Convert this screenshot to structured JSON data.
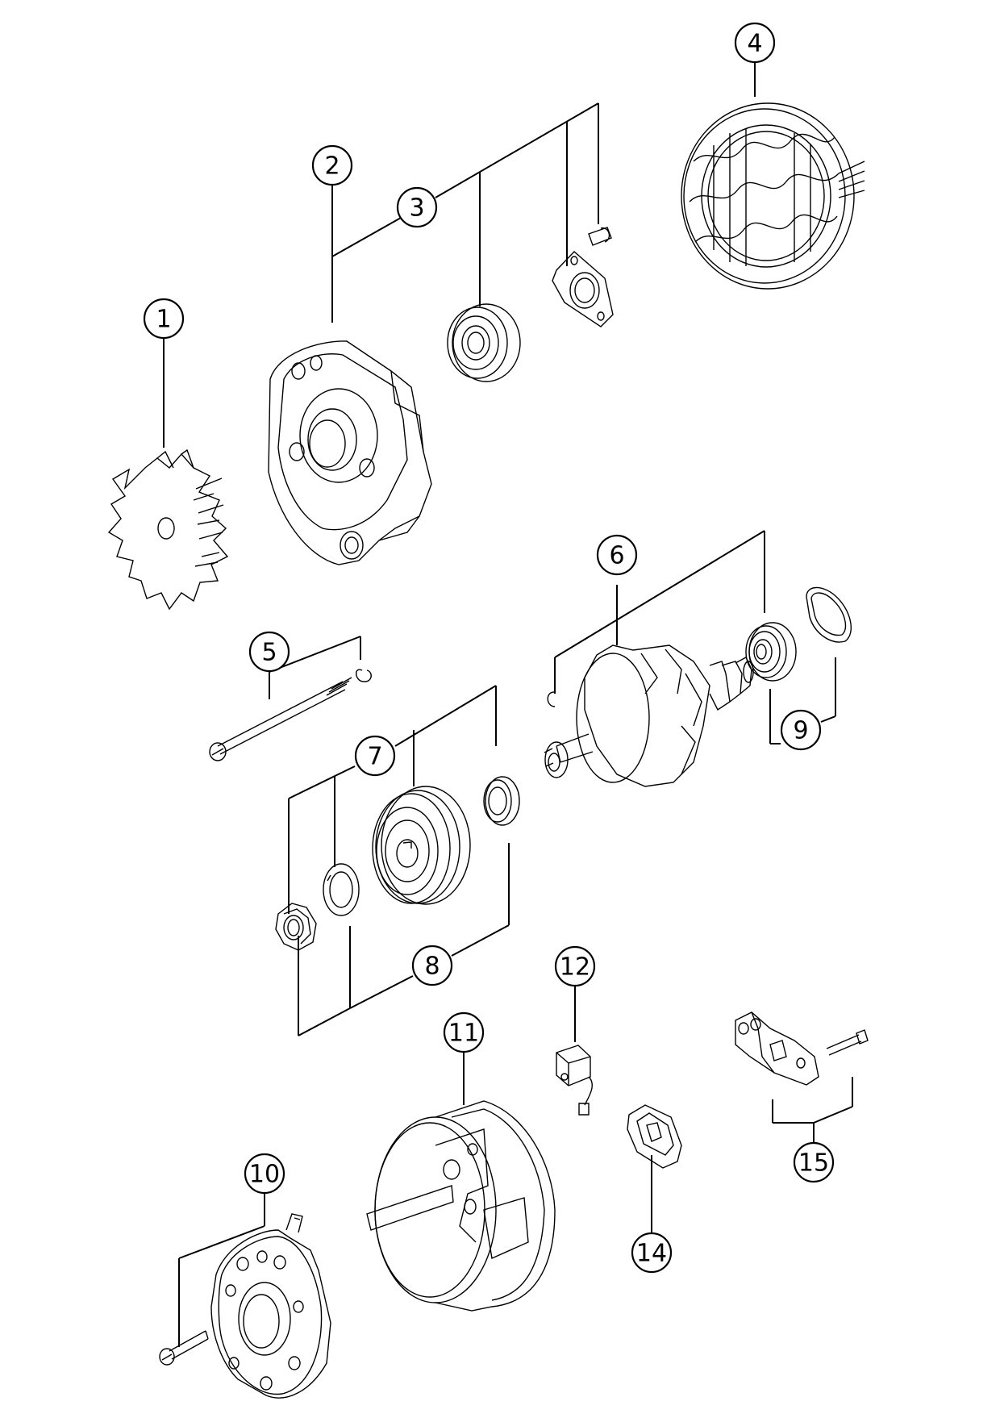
{
  "colors": {
    "background": "#ffffff",
    "line": "#000000"
  },
  "balloons": {
    "b1": "1",
    "b2": "2",
    "b3": "3",
    "b4": "4",
    "b5": "5",
    "b6": "6",
    "b7": "7",
    "b8": "8",
    "b9": "9",
    "b10": "10",
    "b11": "11",
    "b12": "12",
    "b14": "14",
    "b15": "15"
  },
  "parts": [
    "fan-icon",
    "drive-end-housing-icon",
    "ball-bearing-icon",
    "bearing-plate-icon",
    "stator-icon",
    "through-bolt-icon",
    "circlip-icon",
    "rotor-icon",
    "rotor-bearing-icon",
    "seal-ring-icon",
    "pulley-icon",
    "spacer-ring-icon",
    "lock-washer-icon",
    "hex-nut-icon",
    "rectifier-icon",
    "slip-ring-end-housing-icon",
    "suppression-capacitor-icon",
    "brush-cover-icon",
    "voltage-regulator-icon"
  ]
}
